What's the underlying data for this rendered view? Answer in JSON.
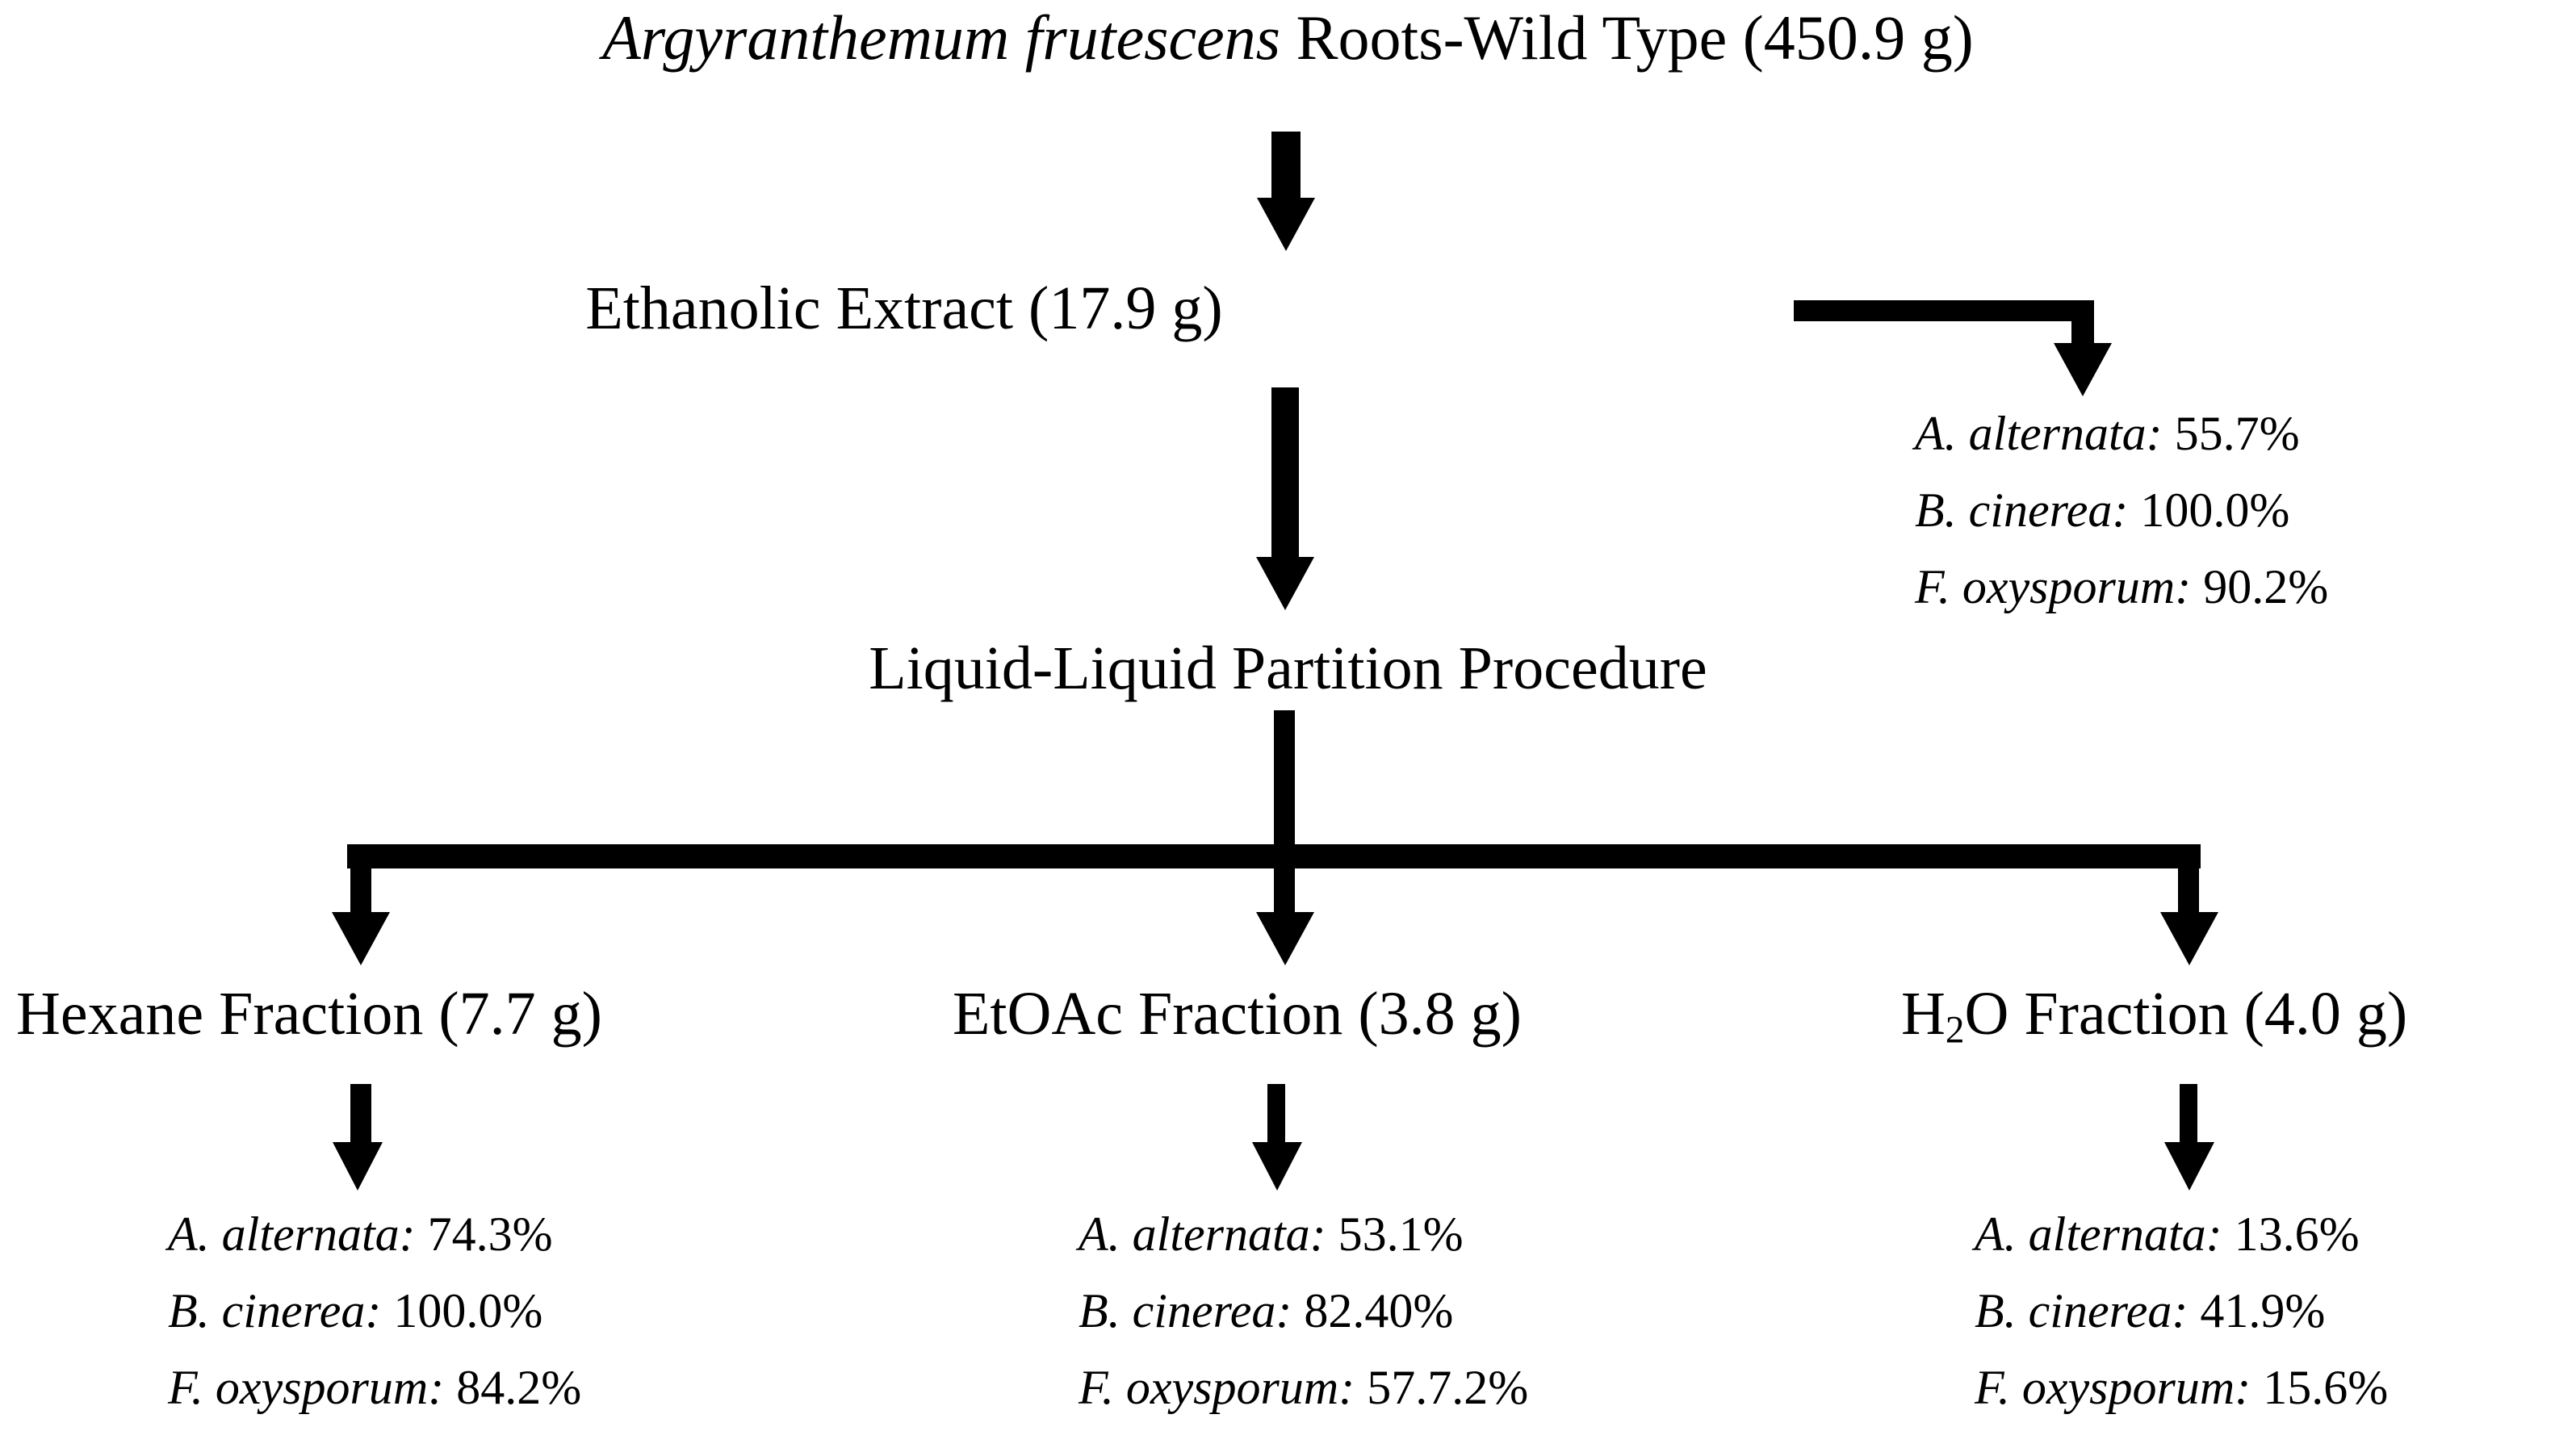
{
  "diagram": {
    "title_italic": "Argyranthemum frutescens",
    "title_rest": " Roots-Wild Type (450.9 g)",
    "extract_label": "Ethanolic Extract (17.9 g)",
    "partition_label": "Liquid-Liquid Partition Procedure",
    "fractions": {
      "hexane": "Hexane Fraction  (7.7 g)",
      "etoac": "EtOAc Fraction (3.8 g)",
      "water_prefix": "H",
      "water_sub": "2",
      "water_rest": "O Fraction (4.0 g)"
    },
    "species": {
      "alternata": "A. alternata:",
      "cinerea": "B. cinerea:",
      "oxysporum": "F. oxysporum:"
    },
    "inhibition": {
      "extract": {
        "alternata": "55.7%",
        "cinerea": "100.0%",
        "oxysporum": "90.2%"
      },
      "hexane": {
        "alternata": "74.3%",
        "cinerea": "100.0%",
        "oxysporum": "84.2%"
      },
      "etoac": {
        "alternata": "53.1%",
        "cinerea": "82.40%",
        "oxysporum": "57.7.2%"
      },
      "water": {
        "alternata": "13.6%",
        "cinerea": "41.9%",
        "oxysporum": "15.6%"
      }
    },
    "colors": {
      "ink": "#000000",
      "background": "#ffffff"
    }
  }
}
